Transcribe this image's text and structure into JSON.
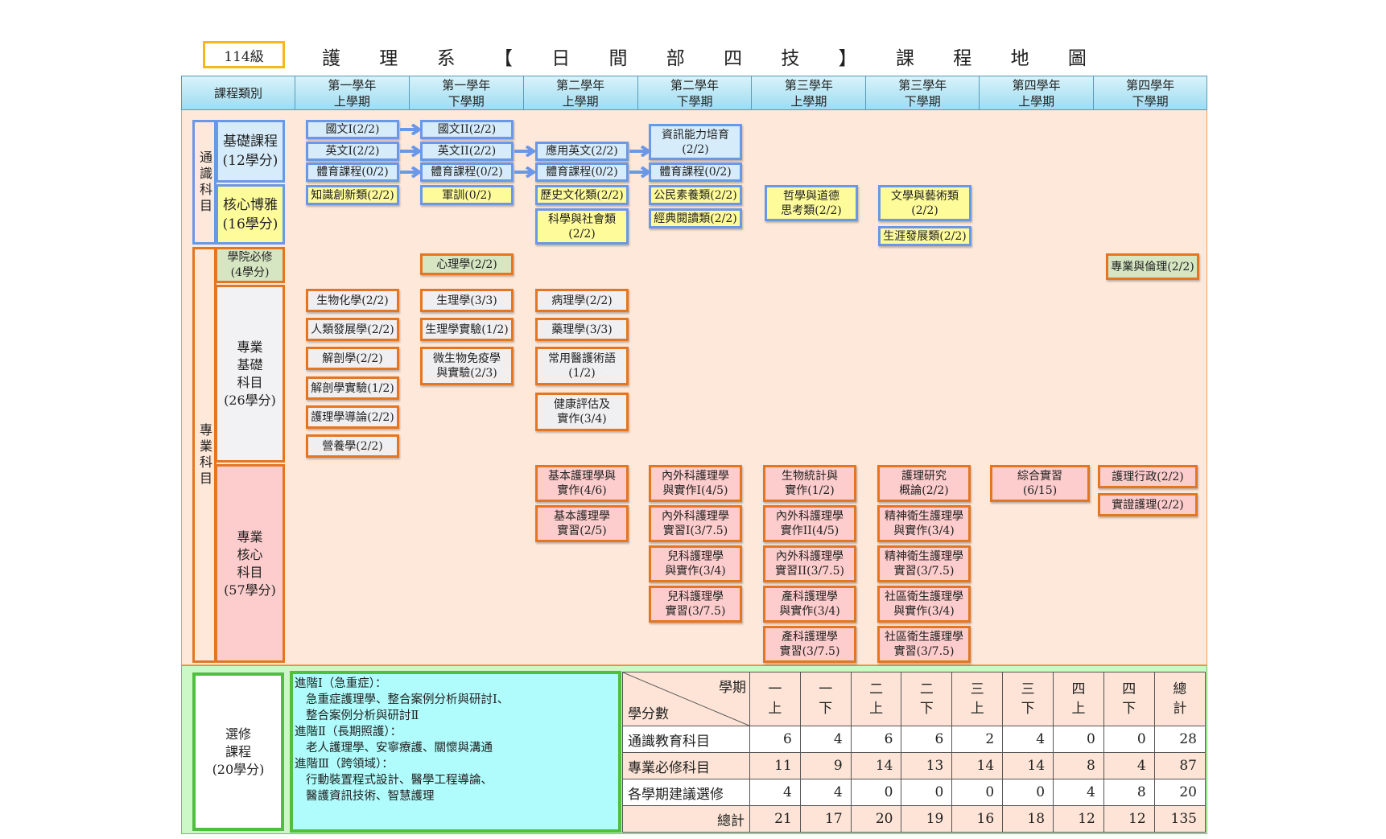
{
  "grade_label": "114級",
  "title_chars": [
    "護",
    "理",
    "系",
    "【",
    "日",
    "間",
    "部",
    "四",
    "技",
    "】",
    "課",
    "程",
    "地",
    "圖"
  ],
  "header": {
    "category_label": "課程類別",
    "semesters": [
      {
        "year": "第一學年",
        "term": "上學期"
      },
      {
        "year": "第一學年",
        "term": "下學期"
      },
      {
        "year": "第二學年",
        "term": "上學期"
      },
      {
        "year": "第二學年",
        "term": "下學期"
      },
      {
        "year": "第三學年",
        "term": "上學期"
      },
      {
        "year": "第三學年",
        "term": "下學期"
      },
      {
        "year": "第四學年",
        "term": "上學期"
      },
      {
        "year": "第四學年",
        "term": "下學期"
      }
    ]
  },
  "categories": {
    "general": "通識科目",
    "general_basic": {
      "name": "基礎課程",
      "credits": "(12學分)"
    },
    "general_core": {
      "name": "核心博雅",
      "credits": "(16學分)"
    },
    "professional": "專業科目",
    "college_required": {
      "name": "學院必修",
      "credits": "(4學分)"
    },
    "pro_basic": {
      "lines": [
        "專業",
        "基礎",
        "科目"
      ],
      "credits": "(26學分)"
    },
    "pro_core": {
      "lines": [
        "專業",
        "核心",
        "科目"
      ],
      "credits": "(57學分)"
    }
  },
  "courses": {
    "general_basic": [
      {
        "name": "國文I(2/2)",
        "sem": 1
      },
      {
        "name": "英文I(2/2)",
        "sem": 1
      },
      {
        "name": "體育課程(0/2)",
        "sem": 1
      },
      {
        "name": "國文II(2/2)",
        "sem": 2
      },
      {
        "name": "英文II(2/2)",
        "sem": 2
      },
      {
        "name": "體育課程(0/2)",
        "sem": 2
      },
      {
        "name": "應用英文(2/2)",
        "sem": 3
      },
      {
        "name": "體育課程(0/2)",
        "sem": 3
      },
      {
        "name": "資訊能力培育\n(2/2)",
        "sem": 4
      },
      {
        "name": "體育課程(0/2)",
        "sem": 4
      }
    ],
    "general_core": [
      {
        "name": "知識創新類(2/2)",
        "sem": 1
      },
      {
        "name": "軍訓(0/2)",
        "sem": 2
      },
      {
        "name": "歷史文化類(2/2)",
        "sem": 3
      },
      {
        "name": "科學與社會類\n(2/2)",
        "sem": 3
      },
      {
        "name": "公民素養類(2/2)",
        "sem": 4
      },
      {
        "name": "經典閱讀類(2/2)",
        "sem": 4
      },
      {
        "name": "哲學與道德\n思考類(2/2)",
        "sem": 5
      },
      {
        "name": "文學與藝術類\n(2/2)",
        "sem": 6
      },
      {
        "name": "生涯發展類(2/2)",
        "sem": 6
      }
    ],
    "college_required": [
      {
        "name": "心理學(2/2)",
        "sem": 2
      },
      {
        "name": "專業與倫理(2/2)",
        "sem": 8
      }
    ],
    "pro_basic": [
      {
        "name": "生物化學(2/2)",
        "sem": 1
      },
      {
        "name": "人類發展學(2/2)",
        "sem": 1
      },
      {
        "name": "解剖學(2/2)",
        "sem": 1
      },
      {
        "name": "解剖學實驗(1/2)",
        "sem": 1
      },
      {
        "name": "護理學導論(2/2)",
        "sem": 1
      },
      {
        "name": "營養學(2/2)",
        "sem": 1
      },
      {
        "name": "生理學(3/3)",
        "sem": 2
      },
      {
        "name": "生理學實驗(1/2)",
        "sem": 2
      },
      {
        "name": "微生物免疫學\n與實驗(2/3)",
        "sem": 2
      },
      {
        "name": "病理學(2/2)",
        "sem": 3
      },
      {
        "name": "藥理學(3/3)",
        "sem": 3
      },
      {
        "name": "常用醫護術語\n(1/2)",
        "sem": 3
      },
      {
        "name": "健康評估及\n實作(3/4)",
        "sem": 3
      }
    ],
    "pro_core": [
      {
        "name": "基本護理學與\n實作(4/6)",
        "sem": 3
      },
      {
        "name": "基本護理學\n實習(2/5)",
        "sem": 3
      },
      {
        "name": "內外科護理學\n與實作I(4/5)",
        "sem": 4
      },
      {
        "name": "內外科護理學\n實習I(3/7.5)",
        "sem": 4
      },
      {
        "name": "兒科護理學\n與實作(3/4)",
        "sem": 4
      },
      {
        "name": "兒科護理學\n實習(3/7.5)",
        "sem": 4
      },
      {
        "name": "生物統計與\n實作(1/2)",
        "sem": 5
      },
      {
        "name": "內外科護理學\n實作II(4/5)",
        "sem": 5
      },
      {
        "name": "內外科護理學\n實習II(3/7.5)",
        "sem": 5
      },
      {
        "name": "產科護理學\n與實作(3/4)",
        "sem": 5
      },
      {
        "name": "產科護理學\n實習(3/7.5)",
        "sem": 5
      },
      {
        "name": "護理研究\n概論(2/2)",
        "sem": 6
      },
      {
        "name": "精神衛生護理學\n與實作(3/4)",
        "sem": 6
      },
      {
        "name": "精神衛生護理學\n實習(3/7.5)",
        "sem": 6
      },
      {
        "name": "社區衛生護理學\n與實作(3/4)",
        "sem": 6
      },
      {
        "name": "社區衛生護理學\n實習(3/7.5)",
        "sem": 6
      },
      {
        "name": "綜合實習\n(6/15)",
        "sem": 7
      },
      {
        "name": "護理行政(2/2)",
        "sem": 8
      },
      {
        "name": "實證護理(2/2)",
        "sem": 8
      }
    ]
  },
  "electives": {
    "label_lines": [
      "選修",
      "課程"
    ],
    "credits": "(20學分)",
    "groups": [
      {
        "title": "進階Ⅰ（急重症）：",
        "courses": [
          "急重症護理學、整合案例分析與研討Ⅰ、",
          "整合案例分析與研討Ⅱ"
        ]
      },
      {
        "title": "進階Ⅱ（長期照護）：",
        "courses": [
          "老人護理學、安寧療護、關懷與溝通"
        ]
      },
      {
        "title": "進階Ⅲ（跨領域）：",
        "courses": [
          "行動裝置程式設計、醫學工程導論、",
          "醫護資訊技術、智慧護理"
        ]
      }
    ]
  },
  "credit_table": {
    "corner_top": "學期",
    "corner_bottom": "學分數",
    "columns": [
      [
        "一",
        "上"
      ],
      [
        "一",
        "下"
      ],
      [
        "二",
        "上"
      ],
      [
        "二",
        "下"
      ],
      [
        "三",
        "上"
      ],
      [
        "三",
        "下"
      ],
      [
        "四",
        "上"
      ],
      [
        "四",
        "下"
      ],
      [
        "總",
        "計"
      ]
    ],
    "rows": [
      {
        "label": "通識教育科目",
        "values": [
          6,
          4,
          6,
          6,
          2,
          4,
          0,
          0,
          28
        ]
      },
      {
        "label": "專業必修科目",
        "values": [
          11,
          9,
          14,
          13,
          14,
          14,
          8,
          4,
          87
        ]
      },
      {
        "label": "各學期建議選修",
        "values": [
          4,
          4,
          0,
          0,
          0,
          0,
          4,
          8,
          20
        ]
      },
      {
        "label": "總計",
        "values": [
          21,
          17,
          20,
          19,
          16,
          18,
          12,
          12,
          135
        ]
      }
    ]
  },
  "colors": {
    "header_blue": "#9fdcf0",
    "general_border": "#6a98e6",
    "professional_border": "#e47622",
    "upper_bg": "#fde8da",
    "lower_bg": "#ccf7c6",
    "elective_border": "#4fbf40",
    "elective_list_bg": "#b0fbfb",
    "grade_box_border": "#f2b81f"
  }
}
